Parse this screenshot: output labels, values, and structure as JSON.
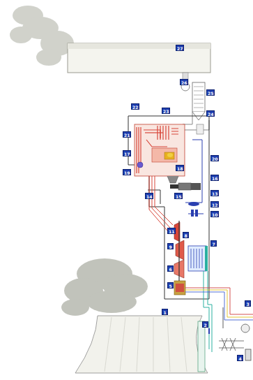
{
  "diagram": {
    "labels": [
      "27",
      "26",
      "25",
      "24",
      "22",
      "23",
      "21",
      "17",
      "19",
      "18",
      "20",
      "16",
      "15",
      "14",
      "13",
      "12",
      "10",
      "11",
      "9",
      "7",
      "6",
      "8",
      "5",
      "1",
      "2",
      "3",
      "4"
    ]
  }
}
